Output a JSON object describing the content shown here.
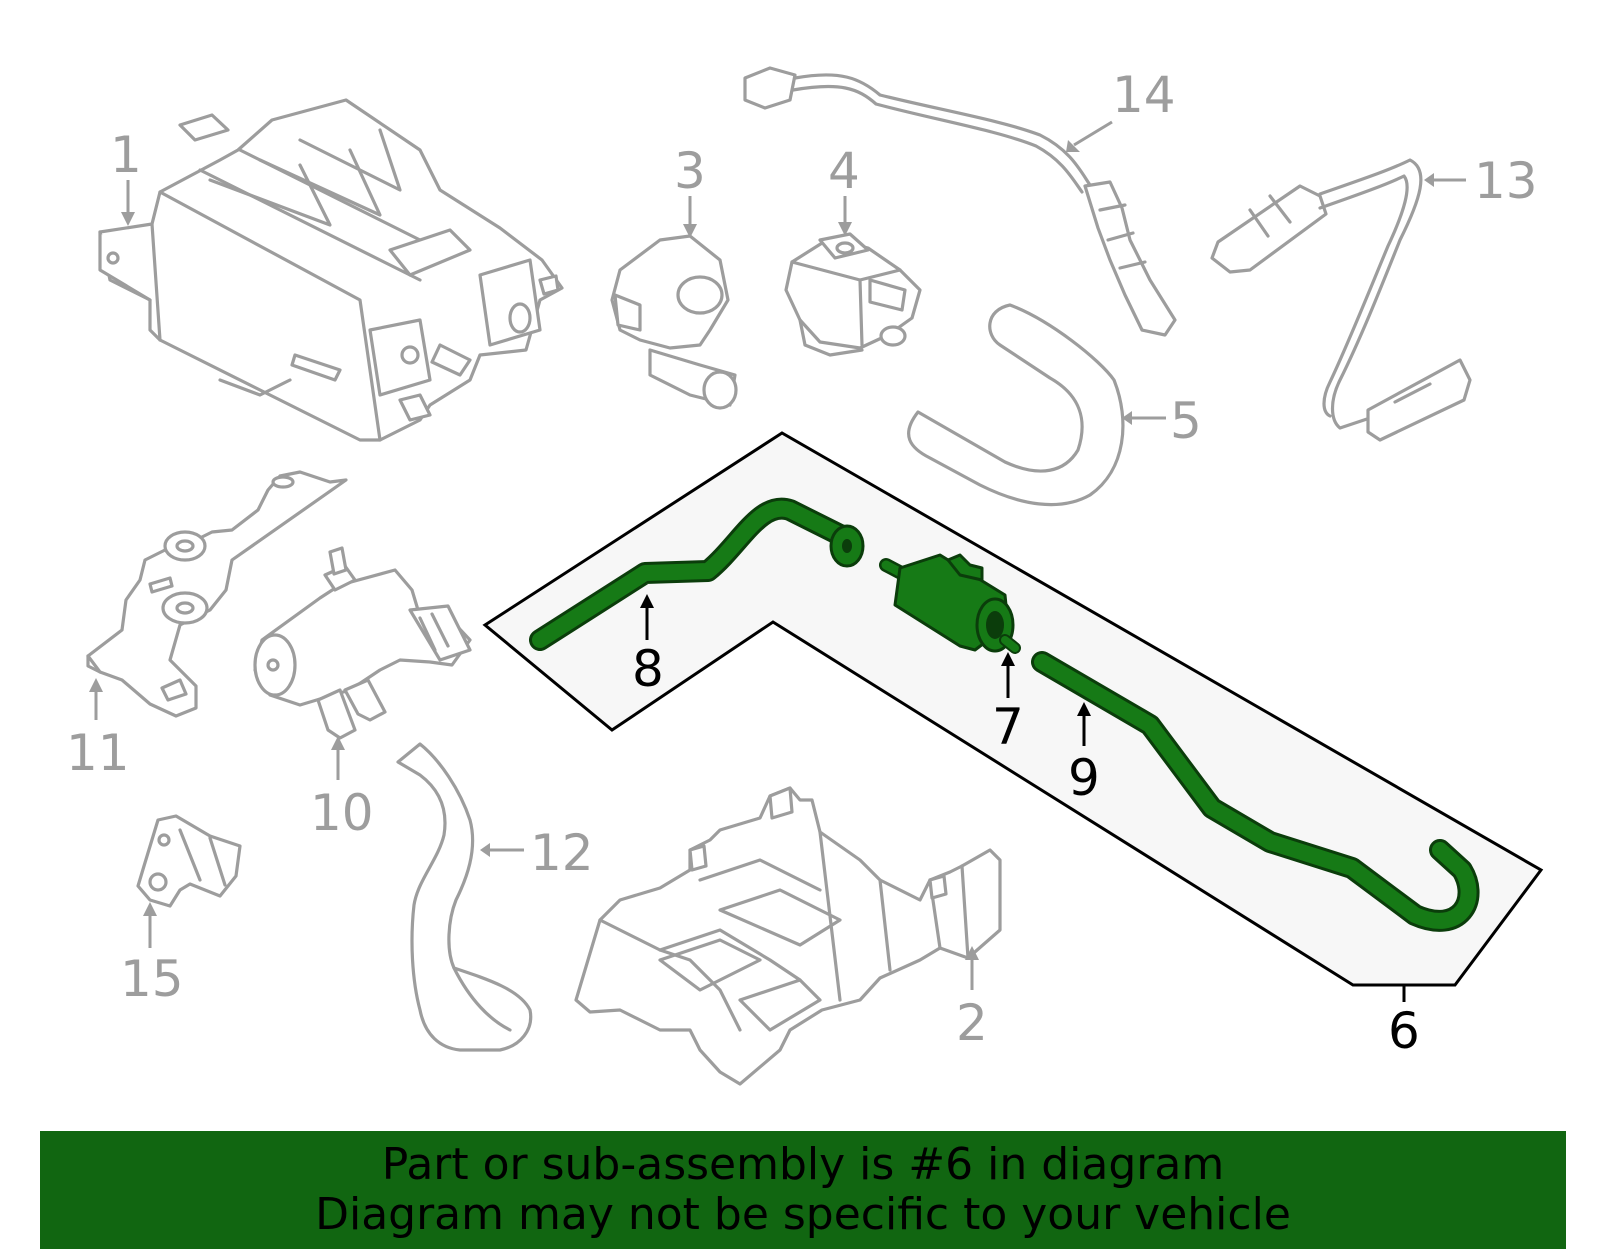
{
  "colors": {
    "highlight": "#167a16",
    "highlight_dark": "#0b3d0b",
    "part_outline": "#9d9d9d",
    "banner": "#116611",
    "callout_box_fill": "#f7f7f7"
  },
  "callouts": {
    "c1": "1",
    "c2": "2",
    "c3": "3",
    "c4": "4",
    "c5": "5",
    "c6": "6",
    "c7": "7",
    "c8": "8",
    "c9": "9",
    "c10": "10",
    "c11": "11",
    "c12": "12",
    "c13": "13",
    "c14": "14",
    "c15": "15"
  },
  "highlighted_part": "6",
  "banner": {
    "line1": "Part or sub-assembly is #6 in diagram",
    "line2": "Diagram may not be specific to your vehicle"
  }
}
